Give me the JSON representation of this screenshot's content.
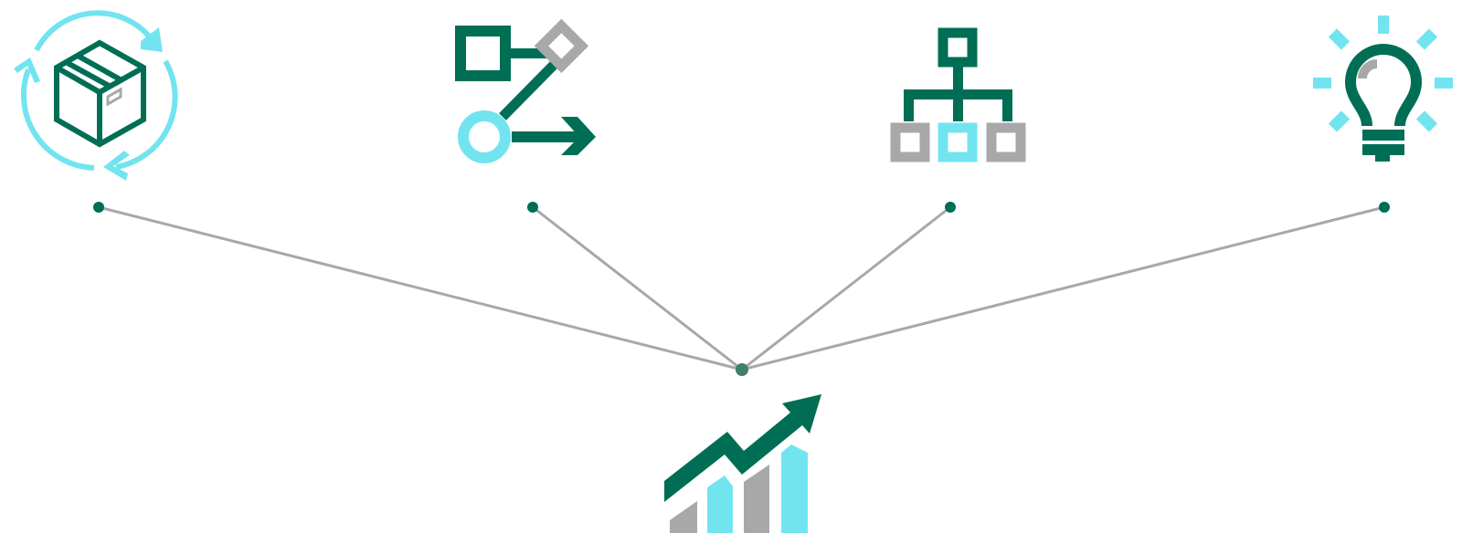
{
  "diagram": {
    "type": "hub-and-spoke",
    "colors": {
      "primary": "#006e55",
      "accent": "#72e4f0",
      "neutral": "#a8a8a8",
      "connector": "#a8a8a8",
      "background": "#ffffff"
    },
    "nodes": [
      {
        "id": "node-1",
        "icon": "box-cycle-icon"
      },
      {
        "id": "node-2",
        "icon": "workflow-icon"
      },
      {
        "id": "node-3",
        "icon": "org-chart-icon"
      },
      {
        "id": "node-4",
        "icon": "lightbulb-icon"
      }
    ],
    "hub": {
      "id": "hub",
      "icon": "growth-chart-icon"
    },
    "edges": [
      {
        "from": "node-1",
        "to": "hub"
      },
      {
        "from": "node-2",
        "to": "hub"
      },
      {
        "from": "node-3",
        "to": "hub"
      },
      {
        "from": "node-4",
        "to": "hub"
      }
    ]
  }
}
